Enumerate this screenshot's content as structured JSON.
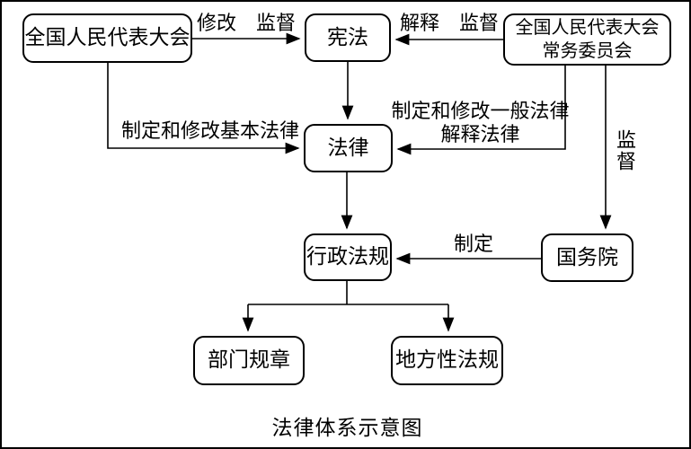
{
  "diagram": {
    "title": "法律体系示意图",
    "nodes": {
      "npc": "全国人民代表大会",
      "constitution": "宪法",
      "npc_standing_committee": "全国人民代表大会\n常务委员会",
      "law": "法律",
      "administrative_regulations": "行政法规",
      "state_council": "国务院",
      "department_rules": "部门规章",
      "local_regulations": "地方性法规"
    },
    "edge_labels": {
      "npc_amend_supervise": "修改　监督",
      "npcsc_interpret_supervise": "解释　监督",
      "npc_enact_basic_laws": "制定和修改基本法律",
      "npcsc_enact_general_laws": "制定和修改一般法律\n解释法律",
      "npcsc_supervise": "监督",
      "state_council_enact": "制定"
    },
    "colors": {
      "line": "#000000",
      "background": "#ffffff",
      "text": "#000000"
    }
  }
}
